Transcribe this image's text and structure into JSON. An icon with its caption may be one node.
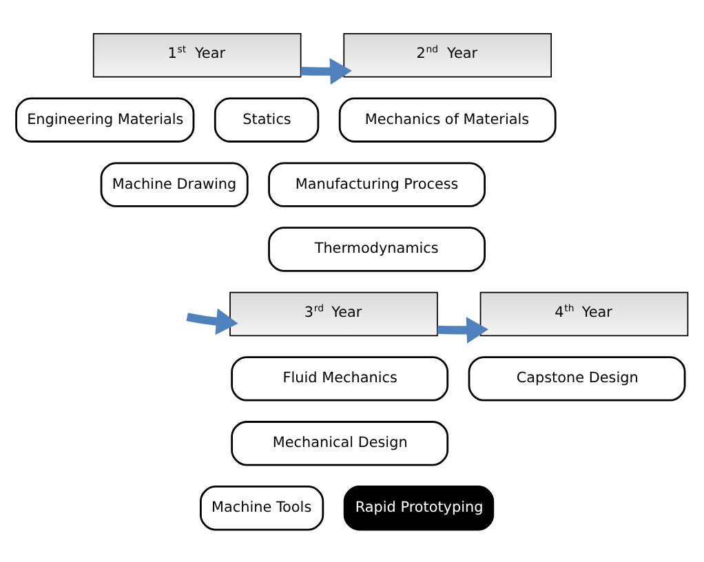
{
  "diagram": {
    "nodes": [
      {
        "text": [
          "1$^{st}$ Year"
        ]
      },
      {
        "text": [
          "Engineering Materials"
        ]
      },
      {
        "text": [
          "Statics"
        ]
      },
      {
        "text": [
          "Machine Drawing"
        ]
      },
      {
        "text": [
          "2$^{nd}$ Year"
        ]
      },
      {
        "text": [
          "Mechanics of Materials"
        ]
      },
      {
        "text": [
          "Manufacturing Process"
        ]
      },
      {
        "text": [
          "Thermodynamics"
        ]
      },
      {
        "text": [
          "3$^{rd}$ Year"
        ]
      },
      {
        "text": [
          "Fluid Mechanics"
        ]
      },
      {
        "text": [
          "Mechanical Design"
        ]
      },
      {
        "text": [
          "Machine Tools"
        ]
      },
      {
        "text": [
          "Rapid Prototyping"
        ]
      },
      {
        "text": [
          "4$^{th}$ Year"
        ]
      },
      {
        "text": [
          "Capstone Design"
        ]
      }
    ],
    "edges": [
      {
        "from": 0,
        "to": 4,
        "arrow": "to"
      },
      {
        "from": null,
        "to": 8,
        "arrow": "to"
      },
      {
        "from": 8,
        "to": 13,
        "arrow": "to"
      }
    ]
  }
}
